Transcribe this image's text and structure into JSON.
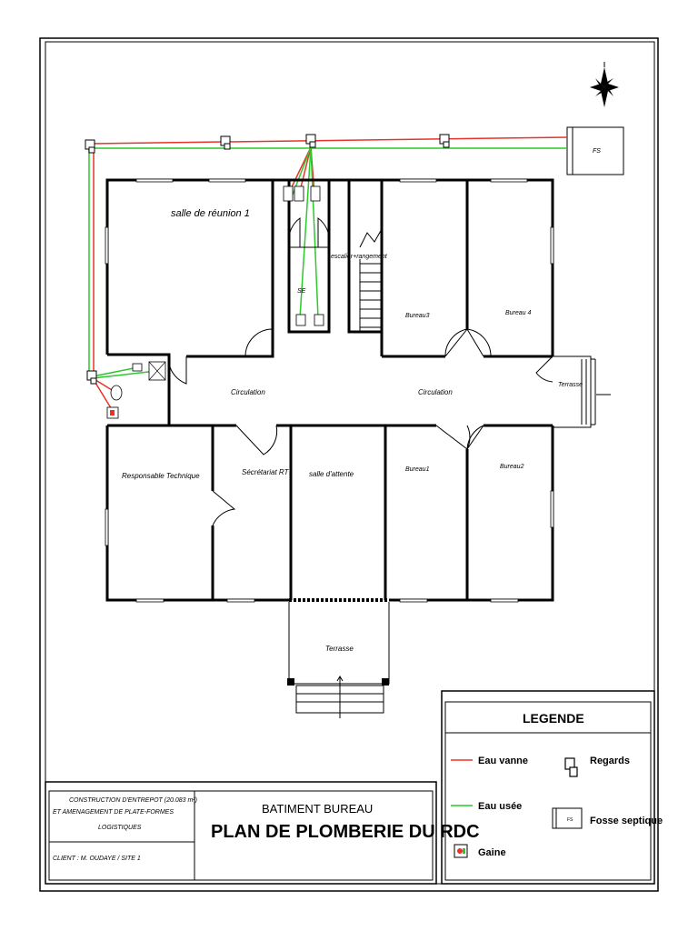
{
  "rooms": {
    "salle_reunion": "salle de réunion 1",
    "se": "SE",
    "escalier": "escalier+rangement",
    "bureau3": "Bureau3",
    "bureau4": "Bureau 4",
    "circulation_left": "Circulation",
    "circulation_right": "Circulation",
    "terrasse_right": "Terrasse",
    "responsable": "Responsable Technique",
    "secretariat": "Sécrétariat RT",
    "salle_attente": "salle d'attente",
    "bureau1": "Bureau1",
    "bureau2": "Bureau2",
    "terrasse_bottom": "Terrasse",
    "fosse_label": "FS"
  },
  "legend": {
    "title": "LEGENDE",
    "eau_vanne": "Eau vanne",
    "eau_usee": "Eau usée",
    "gaine": "Gaine",
    "regards": "Regards",
    "fosse_septique": "Fosse septique",
    "fosse_icon_label": "FS",
    "colors": {
      "eau_vanne": "#e8332a",
      "eau_usee": "#2bc92b"
    }
  },
  "title_block": {
    "project_line1": "CONSTRUCTION D'ENTREPOT (20.083 m²)",
    "project_line2": "ET AMENAGEMENT DE PLATE-FORMES",
    "project_line3": "LOGISTIQUES",
    "client": "CLIENT : M. OUDAYE / SITE 1",
    "building": "BATIMENT BUREAU",
    "plan_title": "PLAN DE PLOMBERIE DU RDC"
  }
}
